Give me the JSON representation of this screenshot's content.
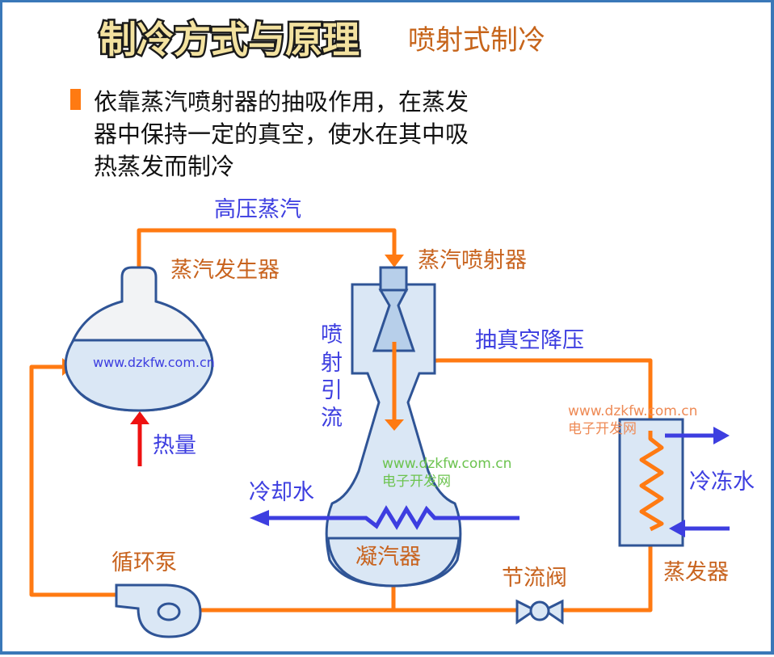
{
  "title": {
    "main": "制冷方式与原理",
    "sub": "喷射式制冷"
  },
  "description": {
    "bullet_color": "#ff7a12",
    "lines": [
      "依靠蒸汽喷射器的抽吸作用，在蒸发",
      "器中保持一定的真空，使水在其中吸",
      "热蒸发而制冷"
    ]
  },
  "diagram": {
    "labels": {
      "high_pressure_steam": "高压蒸汽",
      "steam_generator": "蒸汽发生器",
      "steam_ejector": "蒸汽喷射器",
      "jet_entrainment": [
        "喷",
        "射",
        "引",
        "流"
      ],
      "vacuum_depressurize": "抽真空降压",
      "heat": "热量",
      "cooling_water": "冷却水",
      "condenser": "凝汽器",
      "chilled_water": "冷冻水",
      "evaporator": "蒸发器",
      "circulation_pump": "循环泵",
      "throttle_valve": "节流阀"
    },
    "watermarks": {
      "url": "www.dzkfw.com.cn",
      "site_name": "电子开发网"
    },
    "colors": {
      "steam_pipe": "#ff7a12",
      "water_pipe": "#3d3ee0",
      "heat_arrow": "#ee1111",
      "vessel_outline": "#2f5496",
      "liquid_fill": "#dae7f5"
    }
  }
}
